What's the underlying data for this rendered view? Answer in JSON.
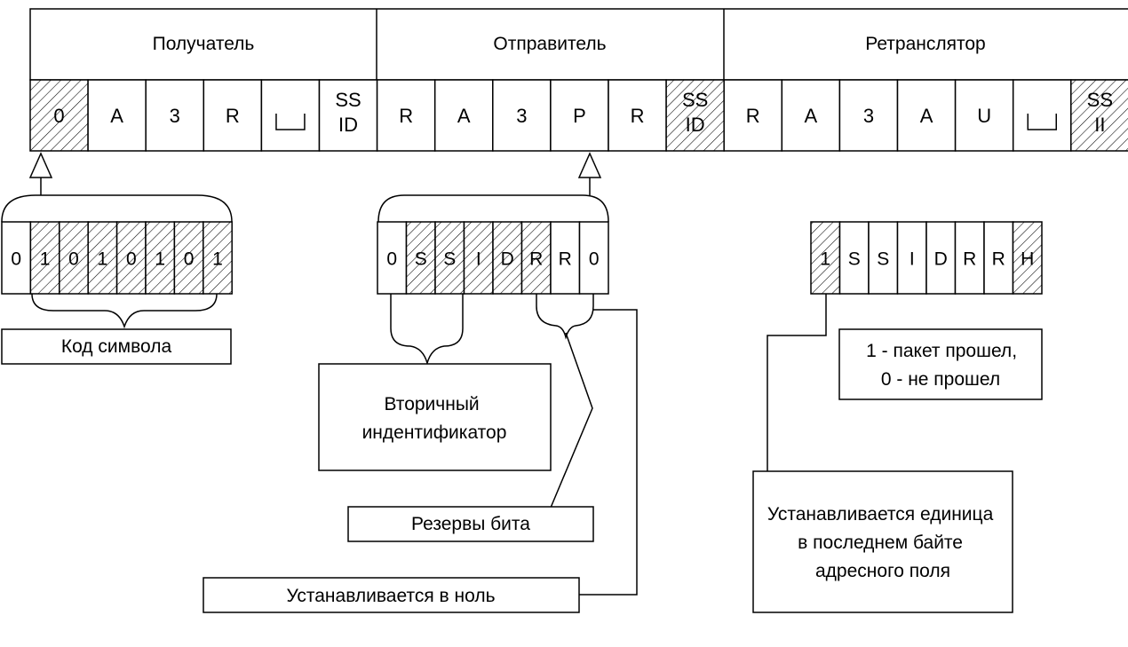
{
  "sections": {
    "recipient": "Получатель",
    "sender": "Отправитель",
    "repeater": "Ретранслятор"
  },
  "address_row": {
    "recipient": [
      {
        "text": "0",
        "hatched": true
      },
      {
        "text": "A",
        "hatched": false
      },
      {
        "text": "3",
        "hatched": false
      },
      {
        "text": "R",
        "hatched": false
      },
      {
        "text": "␣",
        "hatched": false,
        "space": true
      },
      {
        "text": "SS\nID",
        "hatched": false
      }
    ],
    "sender": [
      {
        "text": "R",
        "hatched": false
      },
      {
        "text": "A",
        "hatched": false
      },
      {
        "text": "3",
        "hatched": false
      },
      {
        "text": "P",
        "hatched": false
      },
      {
        "text": "R",
        "hatched": false
      },
      {
        "text": "SS\nID",
        "hatched": true
      }
    ],
    "repeater": [
      {
        "text": "R",
        "hatched": false
      },
      {
        "text": "A",
        "hatched": false
      },
      {
        "text": "3",
        "hatched": false
      },
      {
        "text": "A",
        "hatched": false
      },
      {
        "text": "U",
        "hatched": false
      },
      {
        "text": "␣",
        "hatched": false,
        "space": true
      },
      {
        "text": "SS\nII",
        "hatched": true
      }
    ]
  },
  "byte_char": {
    "bits": [
      {
        "text": "0",
        "hatched": false
      },
      {
        "text": "1",
        "hatched": true
      },
      {
        "text": "0",
        "hatched": true
      },
      {
        "text": "1",
        "hatched": true
      },
      {
        "text": "0",
        "hatched": true
      },
      {
        "text": "1",
        "hatched": true
      },
      {
        "text": "0",
        "hatched": true
      },
      {
        "text": "1",
        "hatched": true
      }
    ],
    "label": "Код символа"
  },
  "byte_ssid": {
    "bits": [
      {
        "text": "0",
        "hatched": false
      },
      {
        "text": "S",
        "hatched": true
      },
      {
        "text": "S",
        "hatched": true
      },
      {
        "text": "I",
        "hatched": true
      },
      {
        "text": "D",
        "hatched": true
      },
      {
        "text": "R",
        "hatched": true
      },
      {
        "text": "R",
        "hatched": false
      },
      {
        "text": "0",
        "hatched": false
      }
    ],
    "secondary_id": "Вторичный\nиндентификатор",
    "reserve_bits": "Резервы бита",
    "set_zero": "Устанавливается в ноль"
  },
  "byte_repeater": {
    "bits": [
      {
        "text": "1",
        "hatched": true
      },
      {
        "text": "S",
        "hatched": false
      },
      {
        "text": "S",
        "hatched": false
      },
      {
        "text": "I",
        "hatched": false
      },
      {
        "text": "D",
        "hatched": false
      },
      {
        "text": "R",
        "hatched": false
      },
      {
        "text": "R",
        "hatched": false
      },
      {
        "text": "H",
        "hatched": true
      }
    ],
    "passed_note": "1 - пакет прошел,\n0 - не прошел",
    "last_byte_note": "Устанавливается единица\nв последнем байте\nадресного поля"
  }
}
